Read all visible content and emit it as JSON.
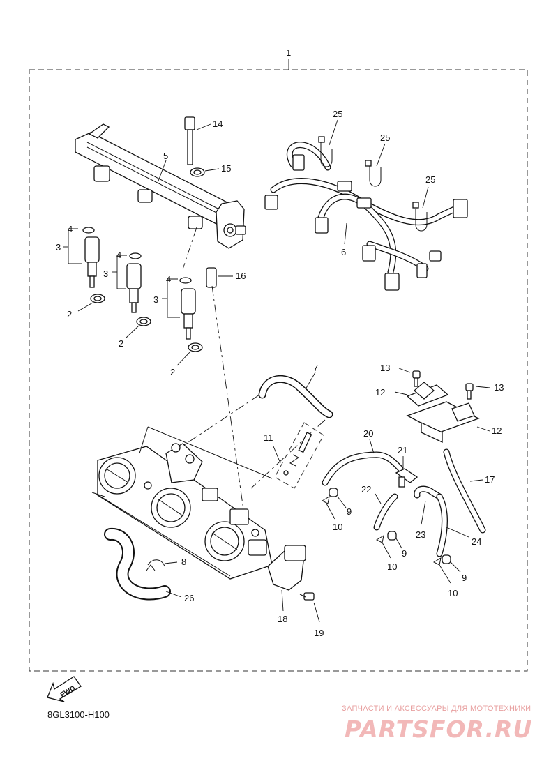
{
  "callouts": {
    "c1": "1",
    "c2a": "2",
    "c2b": "2",
    "c2c": "2",
    "c3a": "3",
    "c3b": "3",
    "c3c": "3",
    "c4a": "4",
    "c4b": "4",
    "c4c": "4",
    "c5": "5",
    "c6": "6",
    "c7": "7",
    "c8": "8",
    "c9a": "9",
    "c9b": "9",
    "c9c": "9",
    "c10a": "10",
    "c10b": "10",
    "c10c": "10",
    "c11": "11",
    "c12a": "12",
    "c12b": "12",
    "c13a": "13",
    "c13b": "13",
    "c14": "14",
    "c15": "15",
    "c16": "16",
    "c17": "17",
    "c18": "18",
    "c19": "19",
    "c20": "20",
    "c21": "21",
    "c22": "22",
    "c23": "23",
    "c24": "24",
    "c25a": "25",
    "c25b": "25",
    "c25c": "25",
    "c26": "26"
  },
  "fwd_label": "FWD",
  "catalog_code": "8GL3100-H100",
  "watermark": {
    "subtitle": "ЗАПЧАСТИ И АКСЕССУАРЫ ДЛЯ МОТОТЕХНИКИ",
    "brand": "PARTSFOR.RU"
  },
  "colors": {
    "line": "#111111",
    "watermark": "#f2b8b8"
  }
}
